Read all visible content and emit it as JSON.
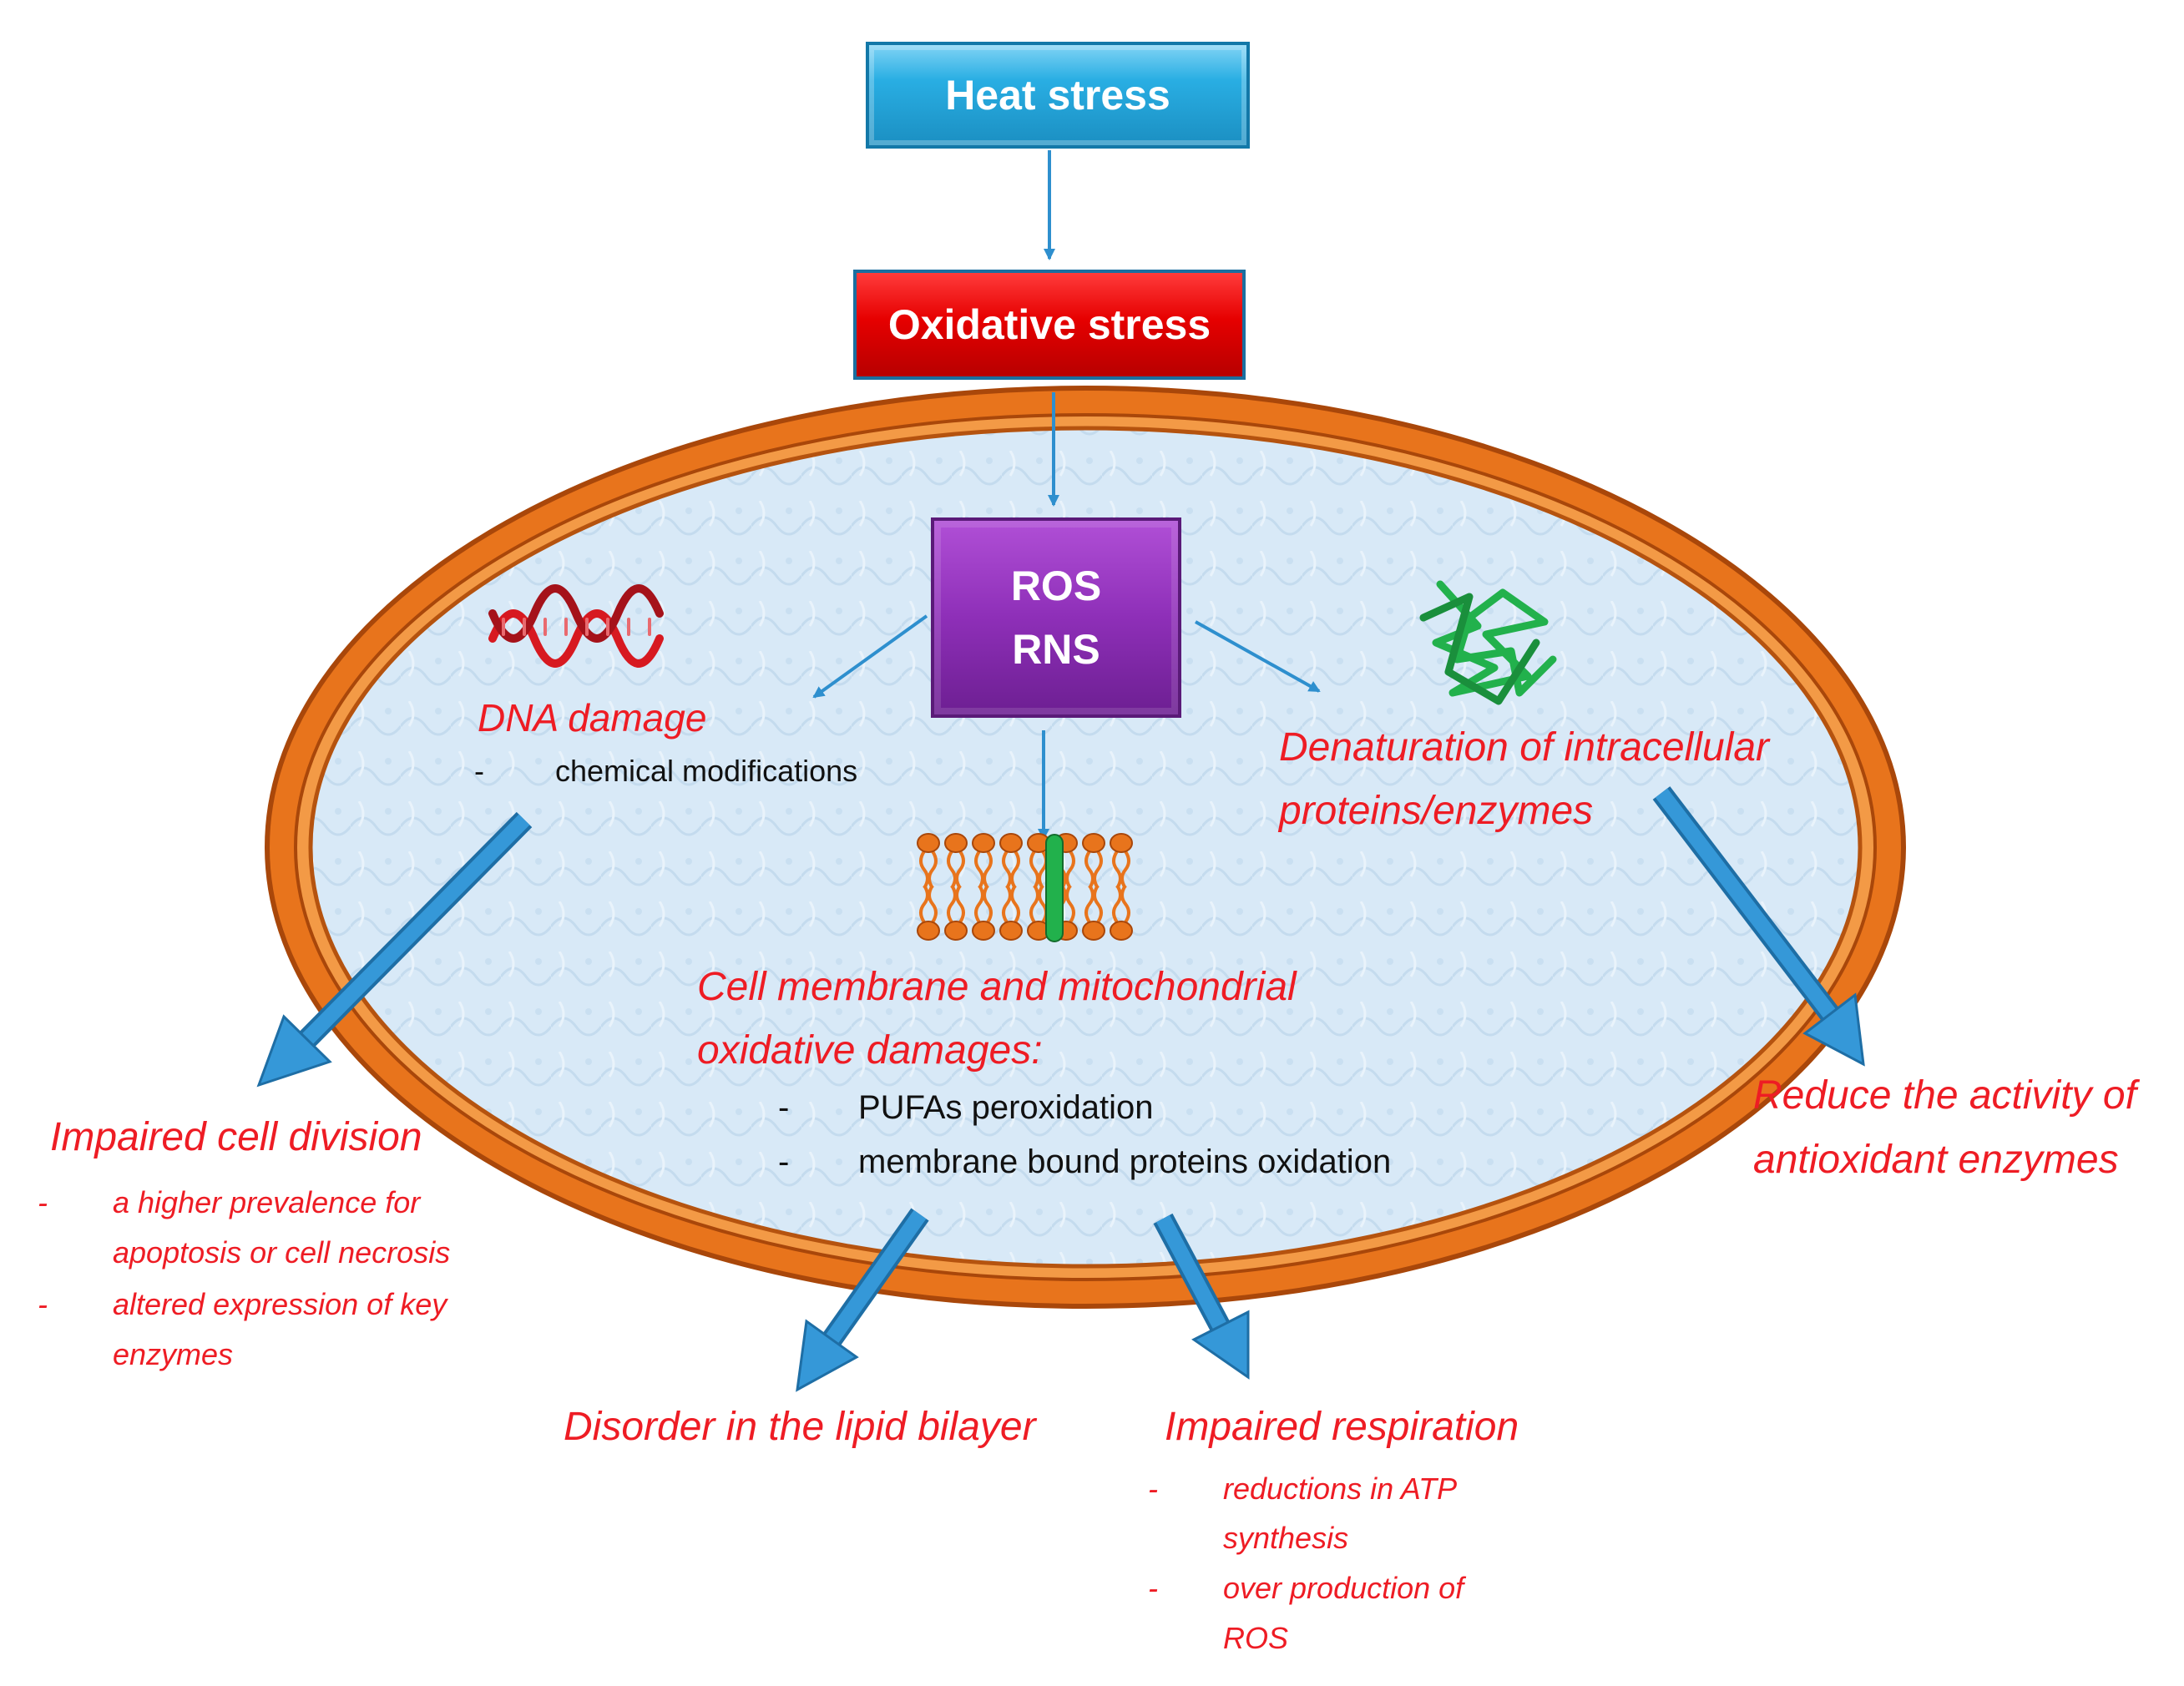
{
  "boxes": {
    "heat": "Heat stress",
    "oxidative": "Oxidative stress",
    "ros": "ROS",
    "rns": "RNS"
  },
  "dna": {
    "title": "DNA damage",
    "bullet": "-",
    "detail": "chemical modifications"
  },
  "protein": {
    "line1": "Denaturation of intracellular",
    "line2": "proteins/enzymes"
  },
  "membrane": {
    "line1": "Cell membrane and mitochondrial",
    "line2": "oxidative damages:",
    "items": [
      "PUFAs peroxidation",
      "membrane bound proteins oxidation"
    ],
    "bullet": "-"
  },
  "cell_division": {
    "title": "Impaired cell division",
    "bullet": "-",
    "items": [
      [
        "a higher prevalence for",
        "apoptosis or cell necrosis"
      ],
      [
        "altered expression of key",
        "enzymes"
      ]
    ]
  },
  "antioxidant": {
    "line1": "Reduce the activity of",
    "line2": "antioxidant enzymes"
  },
  "lipid": {
    "title": "Disorder in the lipid bilayer"
  },
  "respiration": {
    "title": "Impaired respiration",
    "bullet": "-",
    "items": [
      [
        "reductions in ATP",
        "synthesis"
      ],
      [
        "over production of",
        "ROS"
      ]
    ]
  },
  "colors": {
    "cell_border": "#e8741c",
    "cytoplasm": "#dcecf8",
    "arrow": "#2e8fce",
    "text_red": "#ee1c24",
    "dna_icon": "#d71920",
    "protein_icon": "#22b14c",
    "lipid_icon": "#e8741c"
  },
  "icons": [
    "dna-icon",
    "protein-icon",
    "lipid-bilayer-icon"
  ]
}
